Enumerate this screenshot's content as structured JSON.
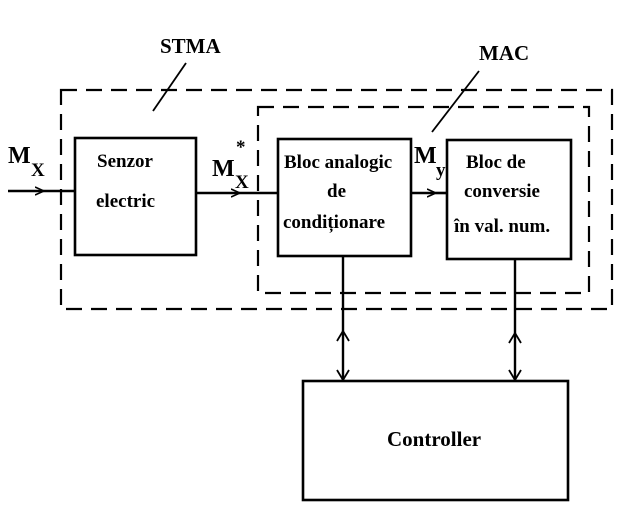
{
  "labels": {
    "stma": "STMA",
    "mac": "MAC",
    "mx_main": "M",
    "mx_sub": "X",
    "mxstar_main": "M",
    "mxstar_sub": "X",
    "mxstar_sup": "*",
    "my_main": "M",
    "my_sub": "y"
  },
  "blocks": {
    "senzor": {
      "line1": "Senzor",
      "line2": "electric"
    },
    "bloc_analogic": {
      "line1": "Bloc analogic",
      "line2": "de",
      "line3": "condiționare"
    },
    "bloc_conversie": {
      "line1": "Bloc de",
      "line2": "conversie",
      "line3": "în val. num."
    },
    "controller": {
      "label": "Controller"
    }
  }
}
